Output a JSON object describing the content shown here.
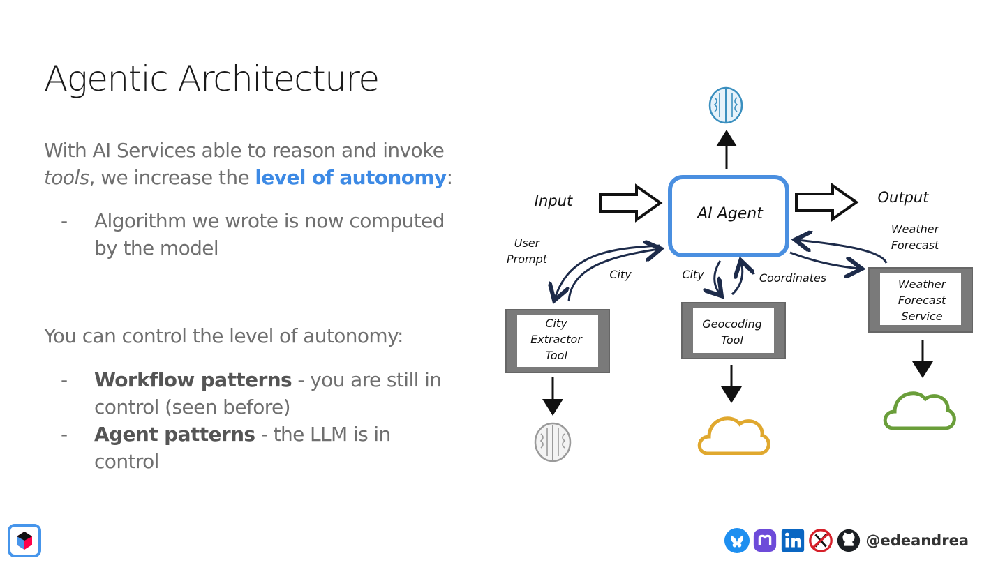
{
  "slide": {
    "title": "Agentic Architecture",
    "intro": {
      "line1": "With AI Services able to reason and invoke",
      "line2_em": "tools",
      "line2_mid": ", we increase the ",
      "line2_hl": "level of autonomy",
      "line2_end": ":"
    },
    "bullet1": {
      "dash": "-",
      "line1": "Algorithm we wrote is now computed",
      "line2": "by the model"
    },
    "control_intro": "You can control the level of autonomy:",
    "bullet2": {
      "dash": "-",
      "bold": "Workflow patterns",
      "rest1": " - you are still in",
      "line2": "control (seen before)"
    },
    "bullet3": {
      "dash": "-",
      "bold": "Agent patterns",
      "rest1": " - the LLM is in",
      "line2": "control"
    }
  },
  "diagram": {
    "input": "Input",
    "output": "Output",
    "agent": "AI Agent",
    "user_prompt_1": "User",
    "user_prompt_2": "Prompt",
    "city_left": "City",
    "city_mid": "City",
    "coordinates": "Coordinates",
    "weather_forecast_1": "Weather",
    "weather_forecast_2": "Forecast",
    "tool_city_1": "City",
    "tool_city_2": "Extractor",
    "tool_city_3": "Tool",
    "tool_geo_1": "Geocoding",
    "tool_geo_2": "Tool",
    "tool_weather_1": "Weather",
    "tool_weather_2": "Forecast",
    "tool_weather_3": "Service",
    "colors": {
      "agent_border": "#4a8fe0",
      "cloud_yellow": "#e0a82e",
      "cloud_green": "#6a9e3a",
      "brain_blue": "#3a8fbf",
      "arrow_navy": "#1d2b4a"
    }
  },
  "footer": {
    "handle": "@edeandrea",
    "icons": [
      "bluesky-icon",
      "mastodon-icon",
      "linkedin-icon",
      "x-icon",
      "github-icon"
    ]
  }
}
